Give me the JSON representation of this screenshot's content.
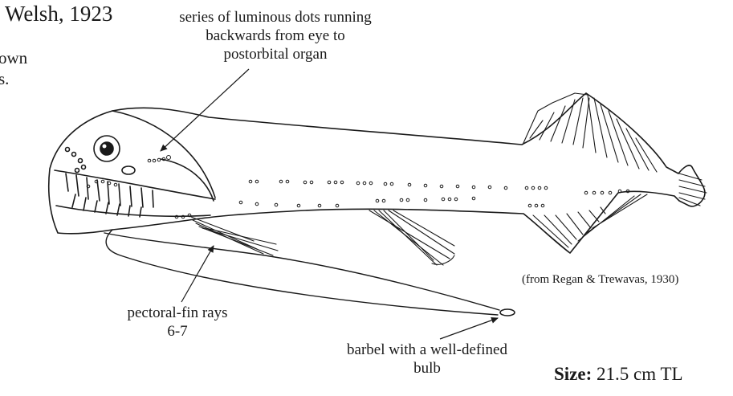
{
  "header": {
    "title_fragment": "Welsh, 1923",
    "left_fragment_1": "own",
    "left_fragment_2": "s."
  },
  "annotations": {
    "luminous_dots": "series of luminous dots running backwards from eye to postorbital organ",
    "pectoral_fin": "pectoral-fin rays 6-7",
    "barbel": "barbel with a well-defined bulb"
  },
  "source_credit": "(from Regan & Trewavas, 1930)",
  "size": {
    "label": "Size:",
    "value": "21.5 cm TL"
  }
}
